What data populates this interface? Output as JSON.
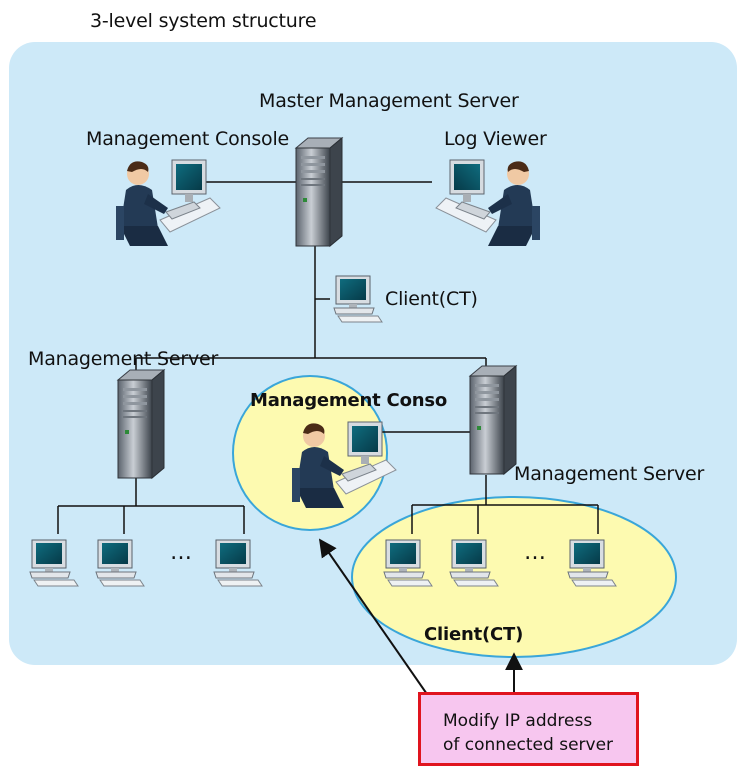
{
  "title": "3-level system structure",
  "labels": {
    "master_server": "Master Management Server",
    "management_console_top": "Management Console",
    "log_viewer": "Log Viewer",
    "client_ct_top": "Client(CT)",
    "management_server_left": "Management Server",
    "management_console_mid": "Management Conso",
    "management_server_right": "Management Server",
    "ellipsis_left": "…",
    "ellipsis_right": "…",
    "client_ct_bottom": "Client(CT)"
  },
  "note": {
    "line1": "Modify IP address",
    "line2": "of connected server"
  },
  "colors": {
    "panel": "#cde9f8",
    "highlight": "#fdfab0",
    "highlight_border": "#3aa6d9",
    "note_fill": "#f7c6ef",
    "note_border": "#e0141e"
  }
}
